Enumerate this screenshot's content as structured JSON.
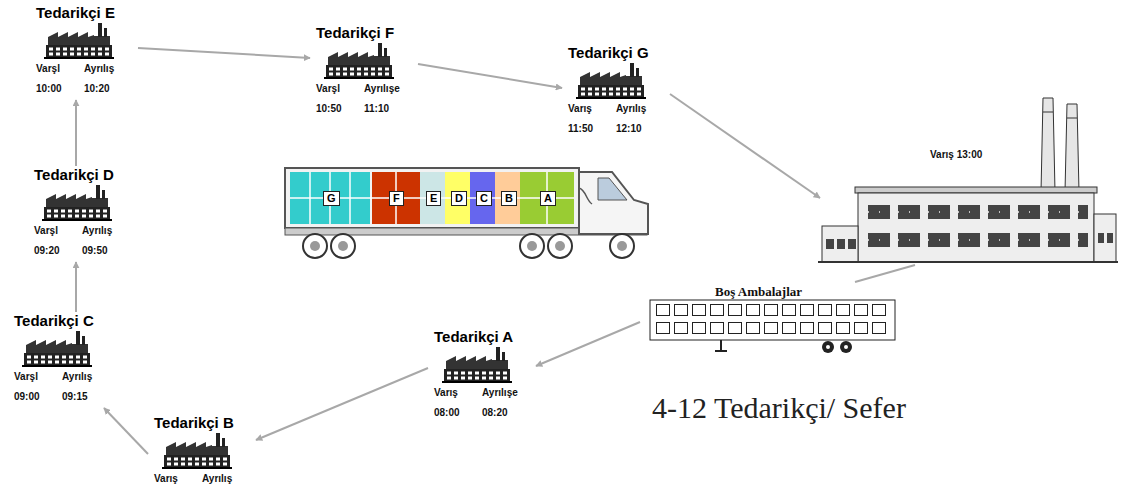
{
  "diagram": {
    "caption": "4-12 Tedarikçi/ Sefer",
    "nodes": [
      {
        "text": [
          "Tedarikçi A",
          "Varış",
          "Ayrılışe",
          "08:00",
          "08:20"
        ]
      },
      {
        "text": [
          "Tedarikçi B",
          "Varış",
          "Ayrılış"
        ]
      },
      {
        "text": [
          "Tedarikçi C",
          "Varşl",
          "Ayrılış",
          "09:00",
          "09:15"
        ]
      },
      {
        "text": [
          "Tedarikçi D",
          "Varşl",
          "Ayrılış",
          "09:20",
          "09:50"
        ]
      },
      {
        "text": [
          "Tedarikçi E",
          "Varşl",
          "Ayrılış",
          "10:00",
          "10:20"
        ]
      },
      {
        "text": [
          "Tedarikçi F",
          "Varşl",
          "Ayrılışe",
          "10:50",
          "11:10"
        ]
      },
      {
        "text": [
          "Tedarikçi G",
          "Varış",
          "Ayrılış",
          "11:50",
          "12:10"
        ]
      },
      {
        "text": [
          "Varış 13:00"
        ]
      },
      {
        "text": [
          "Boş Ambalajlar"
        ]
      }
    ],
    "edges": [
      {
        "from": 0,
        "to": 1,
        "arrow": "to"
      },
      {
        "from": 1,
        "to": 2,
        "arrow": "to"
      },
      {
        "from": 2,
        "to": 3,
        "arrow": "to"
      },
      {
        "from": 3,
        "to": 4,
        "arrow": "to"
      },
      {
        "from": 4,
        "to": 5,
        "arrow": "to"
      },
      {
        "from": 5,
        "to": 6,
        "arrow": "to"
      },
      {
        "from": 6,
        "to": 7,
        "arrow": "to"
      },
      {
        "from": 7,
        "to": 8,
        "arrow": "none"
      },
      {
        "from": 8,
        "to": 0,
        "arrow": "to"
      }
    ],
    "labels": [
      "G",
      "F",
      "E",
      "D",
      "C",
      "B",
      "A"
    ]
  }
}
